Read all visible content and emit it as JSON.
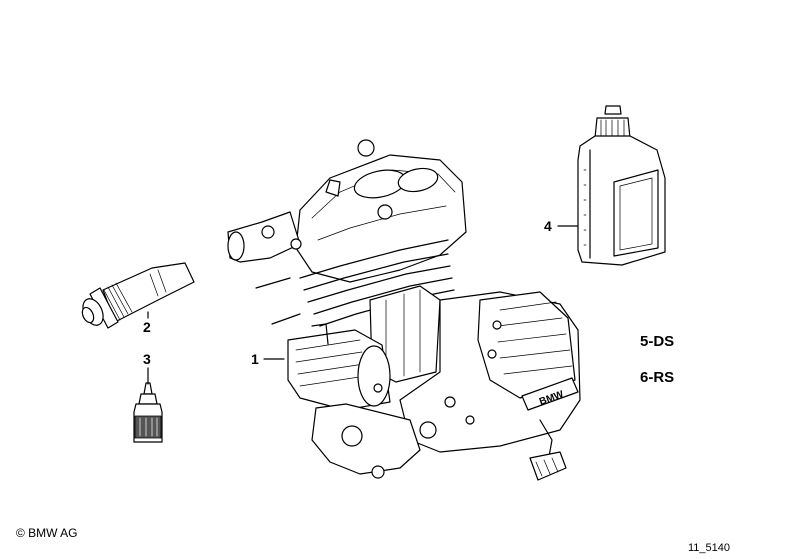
{
  "callouts": [
    {
      "id": "1",
      "label": "1"
    },
    {
      "id": "2",
      "label": "2"
    },
    {
      "id": "3",
      "label": "3"
    },
    {
      "id": "4",
      "label": "4"
    }
  ],
  "variants": [
    "5-DS",
    "6-RS"
  ],
  "engine_brand": "BMW",
  "footer": {
    "copyright": "© BMW AG",
    "drawing_number": "11_5140"
  }
}
